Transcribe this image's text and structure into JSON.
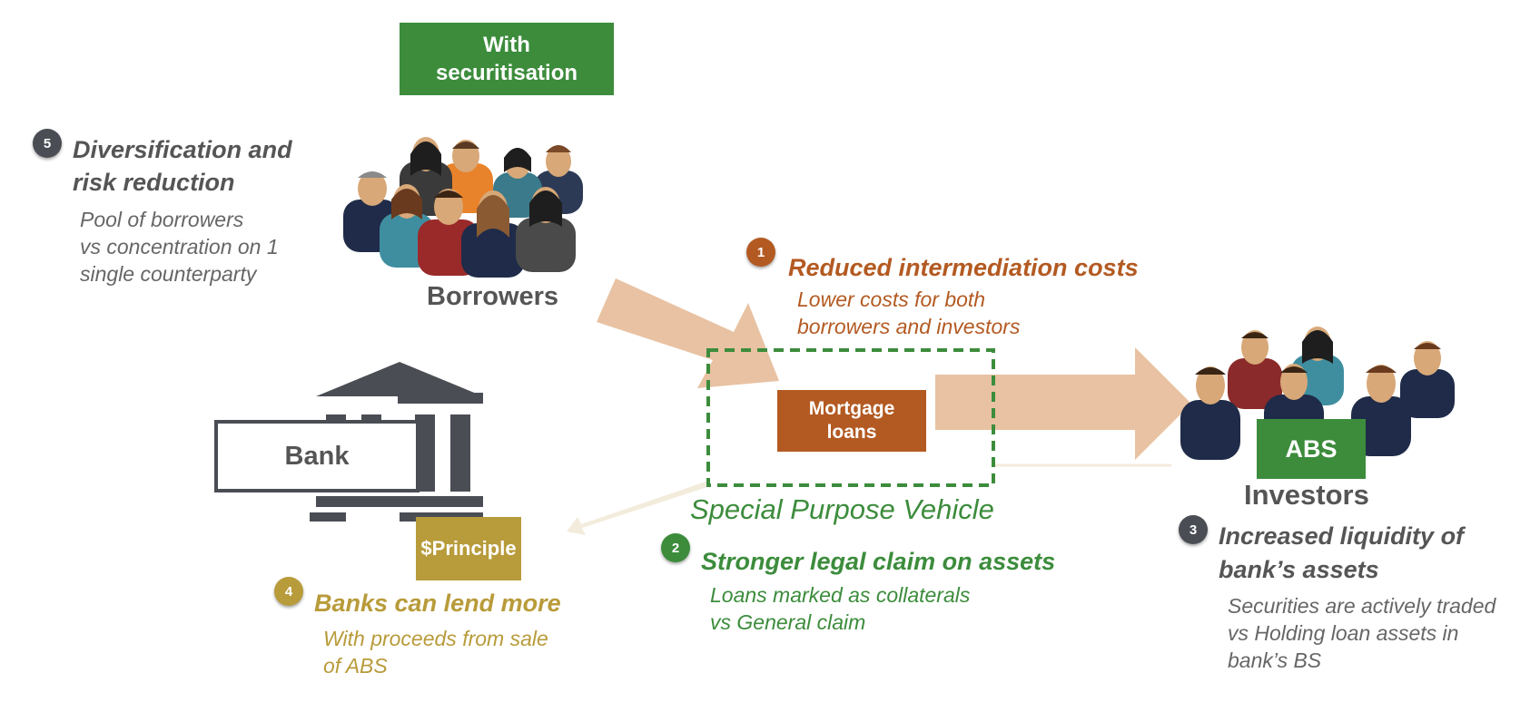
{
  "header_box": {
    "label_line1": "With",
    "label_line2": "securitisation"
  },
  "borrowers": {
    "label": "Borrowers"
  },
  "bank": {
    "label": "Bank",
    "principal": "$Principle"
  },
  "spv": {
    "box_line1": "Mortgage",
    "box_line2": "loans",
    "label": "Special Purpose Vehicle"
  },
  "investors": {
    "label": "Investors",
    "abs": "ABS"
  },
  "points": [
    {
      "number": "1",
      "title": "Reduced intermediation costs",
      "desc_line1": "Lower costs for both",
      "desc_line2": "borrowers and investors"
    },
    {
      "number": "2",
      "title": "Stronger legal claim on assets",
      "desc_line1": "Loans marked as collaterals",
      "desc_line2": "vs General claim"
    },
    {
      "number": "3",
      "title_line1": "Increased liquidity of",
      "title_line2": "bank’s assets",
      "desc_line1": "Securities are actively traded",
      "desc_line2": "vs Holding loan assets in",
      "desc_line3": "bank’s BS"
    },
    {
      "number": "4",
      "title": "Banks can lend more",
      "desc_line1": "With proceeds from sale",
      "desc_line2": "of ABS"
    },
    {
      "number": "5",
      "title_line1": "Diversification and",
      "title_line2": "risk reduction",
      "desc_line1": "Pool of borrowers",
      "desc_line2": "vs concentration on 1",
      "desc_line3": "single counterparty"
    }
  ],
  "colors": {
    "green": "#3c8c3c",
    "orange": "#b35a22",
    "gold": "#b89b3a",
    "gray": "#555555",
    "arrow": "#e8c2a2",
    "badge_dark": "#4a4d53"
  }
}
